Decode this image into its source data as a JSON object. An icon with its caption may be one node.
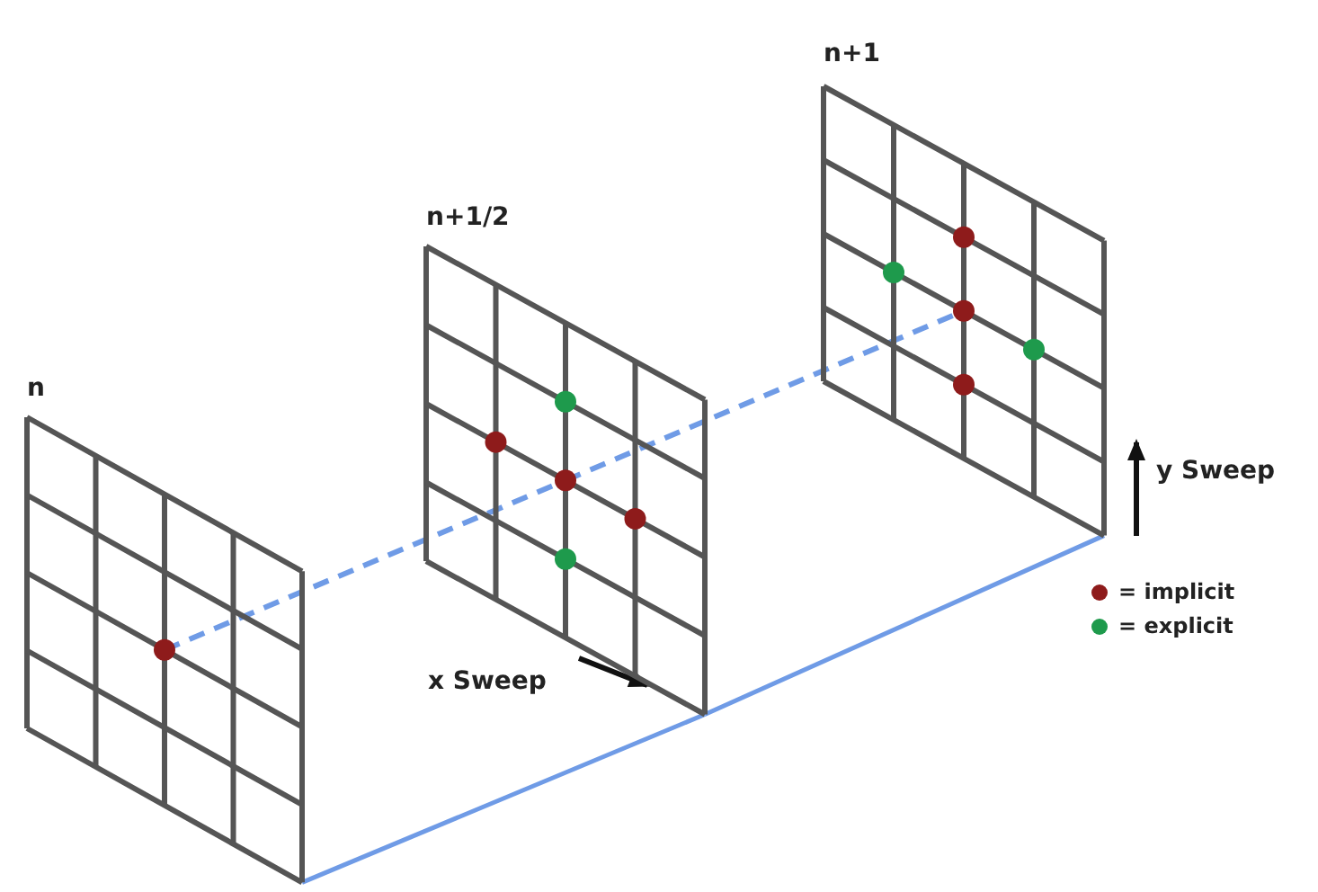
{
  "diagram": {
    "nodes": [
      {
        "text": [
          "n"
        ]
      },
      {
        "text": [
          "n+1/2"
        ]
      },
      {
        "text": [
          "n+1"
        ]
      }
    ],
    "edges": [
      {
        "from": 0,
        "to": 1,
        "arrow": "none",
        "style": "dashed",
        "color": "#6f9be6"
      },
      {
        "from": 1,
        "to": 2,
        "arrow": "none",
        "style": "dashed",
        "color": "#6f9be6"
      },
      {
        "from": 0,
        "to": 1,
        "arrow": "none",
        "color": "#6f9be6"
      },
      {
        "from": 1,
        "to": 2,
        "arrow": "none",
        "color": "#6f9be6"
      }
    ],
    "labels": [
      "y Sweep",
      "x Sweep"
    ],
    "legend": [
      {
        "text": "= implicit",
        "color": "#8e1b1b"
      },
      {
        "text": "= explicit",
        "color": "#1e9a4c"
      }
    ]
  }
}
